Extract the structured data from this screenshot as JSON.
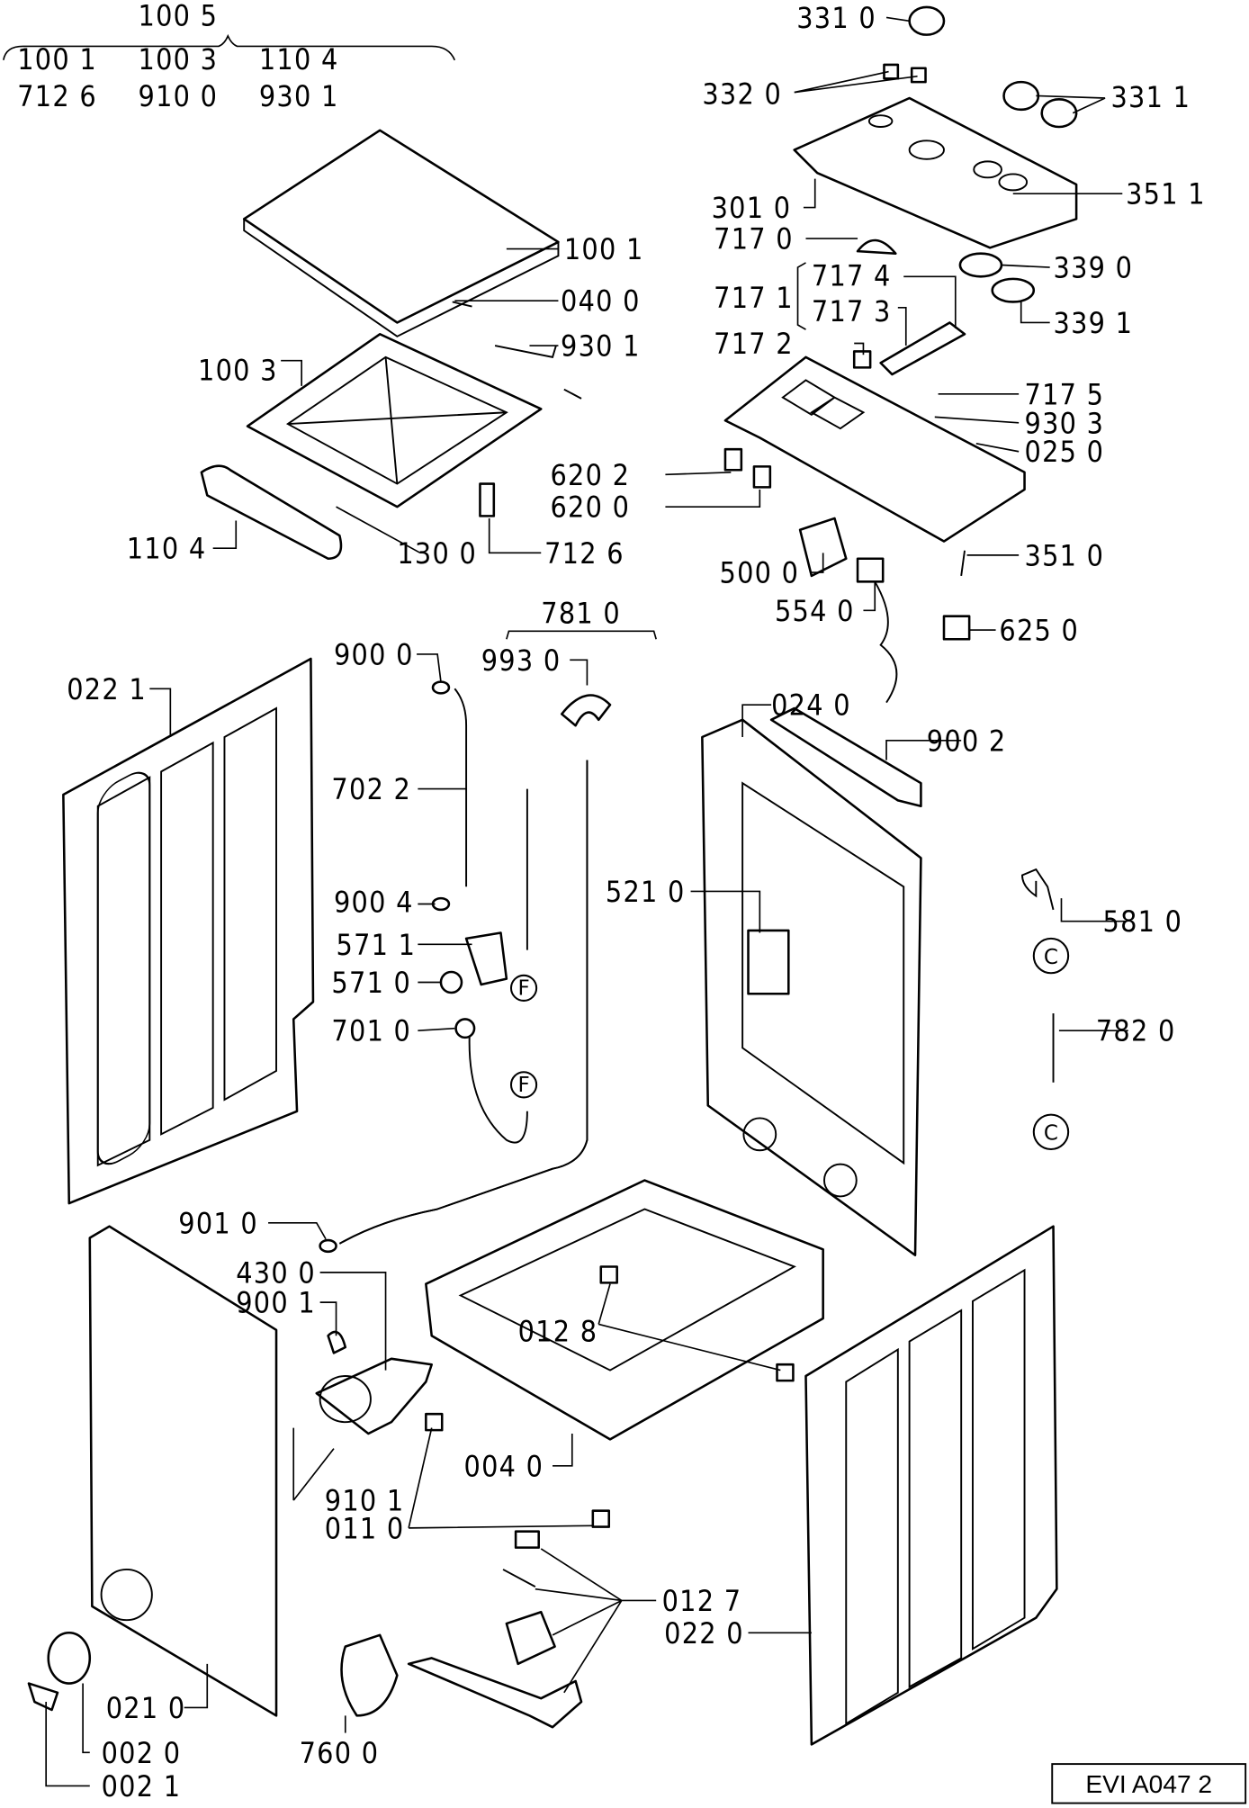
{
  "header": {
    "group_label": "100 5",
    "group_items": [
      "100 1",
      "100 3",
      "110 4",
      "712 6",
      "910 0",
      "930 1"
    ]
  },
  "labels": {
    "l3310": "331 0",
    "l3320": "332 0",
    "l3311": "331 1",
    "l3010": "301 0",
    "l3511": "351 1",
    "l7170": "717 0",
    "l7174": "717 4",
    "l7171": "717 1",
    "l7173": "717 3",
    "l3390": "339 0",
    "l3391": "339 1",
    "l7172": "717 2",
    "l7175": "717 5",
    "l9303": "930 3",
    "l0250": "025 0",
    "l6202": "620 2",
    "l6200": "620 0",
    "l3510": "351 0",
    "l5000": "500 0",
    "l5540": "554 0",
    "l6250": "625 0",
    "l1001": "100 1",
    "l0400": "040 0",
    "l9301": "930 1",
    "l1003": "100 3",
    "l1104": "110 4",
    "l1300": "130 0",
    "l7126": "712 6",
    "l7810": "781 0",
    "l9000": "900 0",
    "l9930": "993 0",
    "l0221": "022 1",
    "l0240": "024 0",
    "l9002": "900 2",
    "l7022": "702 2",
    "l9004": "900 4",
    "l5210": "521 0",
    "l5810": "581 0",
    "l5711": "571 1",
    "l5710": "571 0",
    "l7010": "701 0",
    "l7820": "782 0",
    "l9010": "901 0",
    "l4300": "430 0",
    "l9001": "900 1",
    "l0128": "012 8",
    "l0040": "004 0",
    "l9101": "910 1",
    "l0110": "011 0",
    "l0127": "012 7",
    "l0220": "022 0",
    "l0210": "021 0",
    "l7600": "760 0",
    "l0020": "002 0",
    "l0021": "002 1"
  },
  "connectors": {
    "f": "F",
    "c": "C"
  },
  "reference_code": "EVI A047 2"
}
